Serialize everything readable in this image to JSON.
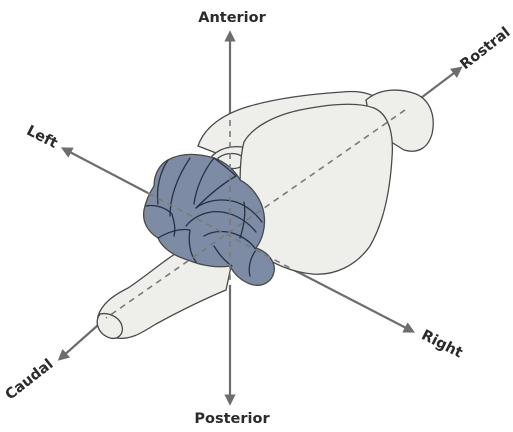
{
  "labels": {
    "anterior": "Anterior",
    "posterior": "Posterior",
    "rostral": "Rostral",
    "caudal": "Caudal",
    "left": "Left",
    "right": "Right"
  },
  "colors": {
    "brain_fill": "#eeeeea",
    "cerebellum_fill": "#7d8ca4",
    "arrow": "#6d6d6d",
    "text": "#2b2b2b"
  }
}
